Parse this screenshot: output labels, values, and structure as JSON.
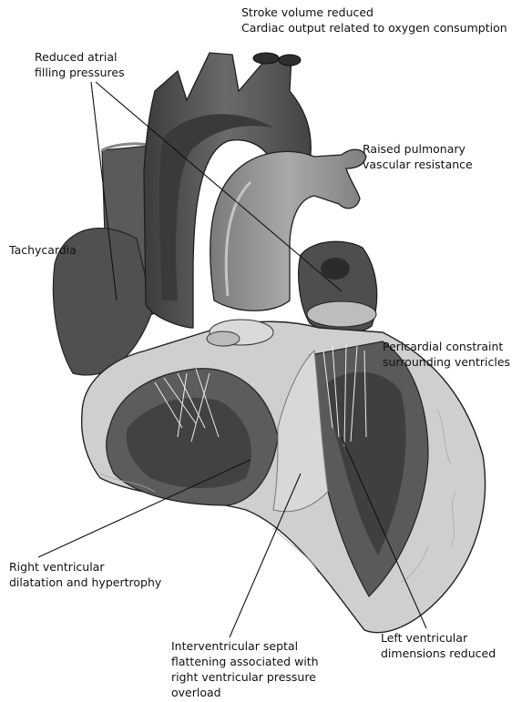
{
  "labels": {
    "stroke_volume": [
      "Stroke volume reduced",
      "Cardiac output related to oxygen consumption"
    ],
    "atrial_filling": [
      "Reduced atrial",
      "filling pressures"
    ],
    "pulmonary_resistance": [
      "Raised pulmonary",
      "vascular resistance"
    ],
    "tachycardia": [
      "Tachycardia"
    ],
    "pericardial_constraint": [
      "Pericardial constraint",
      "surrounding ventricles"
    ],
    "rv_dilatation": [
      "Right ventricular",
      "dilatation and hypertrophy"
    ],
    "septal_flattening": [
      "Interventricular septal",
      "flattening associated with",
      "right ventricular pressure",
      "overload"
    ],
    "lv_dimensions": [
      "Left ventricular",
      "dimensions reduced"
    ]
  },
  "colors": {
    "myocardium_light": "#cfcfcf",
    "muscle_mid": "#8a8a8a",
    "chamber_dark": "#4a4a4a",
    "vessel": "#6e6e6e",
    "leader_line": "#111111"
  }
}
